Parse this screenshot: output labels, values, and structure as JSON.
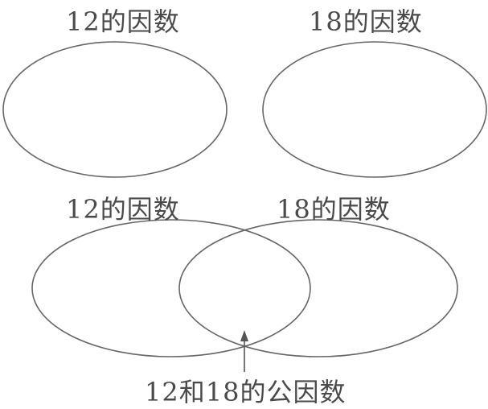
{
  "diagram": {
    "top_left": {
      "label": "12的因数"
    },
    "top_right": {
      "label": "18的因数"
    },
    "bottom_left": {
      "label": "12的因数"
    },
    "bottom_right": {
      "label": "18的因数"
    },
    "intersection": {
      "label": "12和18的公因数"
    },
    "stroke_color": "#555555"
  }
}
